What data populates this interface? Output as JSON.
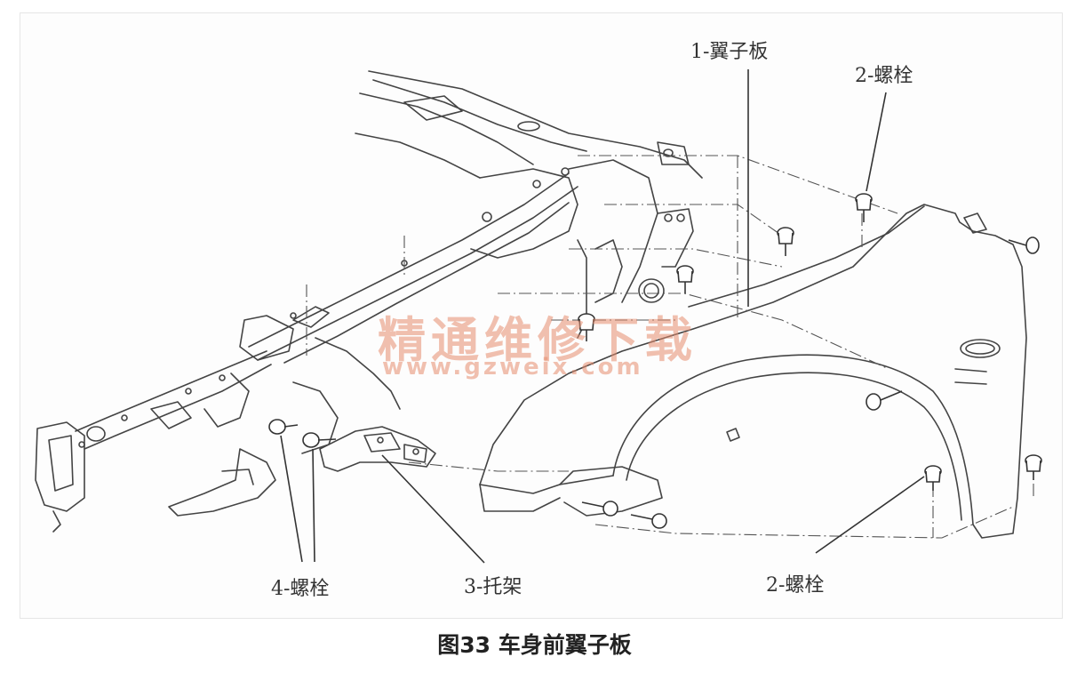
{
  "figure": {
    "caption": "图33 车身前翼子板",
    "labels": {
      "fender": "1-翼子板",
      "bolt_top": "2-螺栓",
      "bolt_bottom": "2-螺栓",
      "bracket": "3-托架",
      "bolt_left": "4-螺栓"
    },
    "watermark": {
      "text": "精通维修下载",
      "url": "www.gzweix.com"
    }
  }
}
